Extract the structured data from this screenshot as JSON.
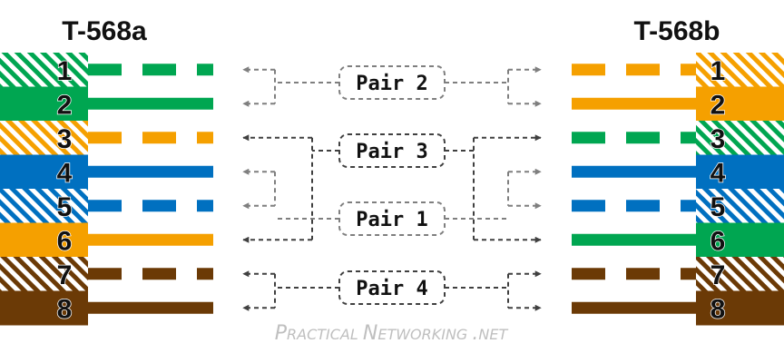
{
  "titles": {
    "left": "T-568a",
    "right": "T-568b"
  },
  "colors": {
    "green": "#00a651",
    "orange": "#f5a000",
    "blue": "#0070c0",
    "brown": "#6b3a06",
    "arrow": "#404040",
    "arrow_light": "#7f7f7f",
    "watermark": "#bfbfbf"
  },
  "left_pins": [
    {
      "num": "1",
      "color": "green",
      "striped": true
    },
    {
      "num": "2",
      "color": "green",
      "striped": false
    },
    {
      "num": "3",
      "color": "orange",
      "striped": true
    },
    {
      "num": "4",
      "color": "blue",
      "striped": false
    },
    {
      "num": "5",
      "color": "blue",
      "striped": true
    },
    {
      "num": "6",
      "color": "orange",
      "striped": false
    },
    {
      "num": "7",
      "color": "brown",
      "striped": true
    },
    {
      "num": "8",
      "color": "brown",
      "striped": false
    }
  ],
  "right_pins": [
    {
      "num": "1",
      "color": "orange",
      "striped": true
    },
    {
      "num": "2",
      "color": "orange",
      "striped": false
    },
    {
      "num": "3",
      "color": "green",
      "striped": true
    },
    {
      "num": "4",
      "color": "blue",
      "striped": false
    },
    {
      "num": "5",
      "color": "blue",
      "striped": true
    },
    {
      "num": "6",
      "color": "green",
      "striped": false
    },
    {
      "num": "7",
      "color": "brown",
      "striped": true
    },
    {
      "num": "8",
      "color": "brown",
      "striped": false
    }
  ],
  "pairs": [
    {
      "label": "Pair 2",
      "pins": [
        1,
        2
      ],
      "style": "light"
    },
    {
      "label": "Pair 3",
      "pins": [
        3,
        6
      ],
      "style": "dark"
    },
    {
      "label": "Pair 1",
      "pins": [
        4,
        5
      ],
      "style": "light"
    },
    {
      "label": "Pair 4",
      "pins": [
        7,
        8
      ],
      "style": "dark"
    }
  ],
  "watermark": {
    "parts": [
      {
        "text": "P",
        "size": "big"
      },
      {
        "text": "RACTICAL ",
        "size": "small"
      },
      {
        "text": "N",
        "size": "big"
      },
      {
        "text": "ETWORKING ",
        "size": "small"
      },
      {
        "text": ".",
        "size": "big"
      },
      {
        "text": "NET",
        "size": "small"
      }
    ]
  }
}
